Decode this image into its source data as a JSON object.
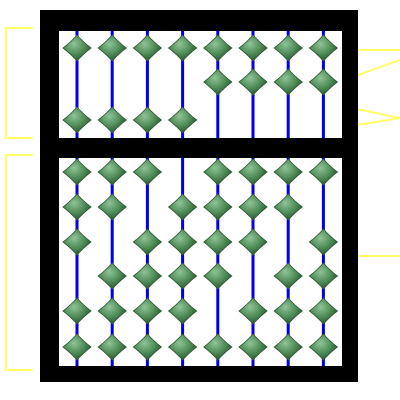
{
  "abacus": {
    "rods": 8,
    "upper_deck": {
      "beads_per_rod": 2,
      "bead_rows": [
        [
          true,
          true,
          true,
          true,
          true,
          true,
          true,
          true
        ],
        [
          false,
          false,
          false,
          false,
          true,
          true,
          true,
          true
        ],
        [
          true,
          true,
          true,
          true,
          false,
          false,
          false,
          false
        ]
      ]
    },
    "lower_deck": {
      "beads_per_rod": 5,
      "bead_rows": [
        [
          true,
          true,
          true,
          false,
          true,
          true,
          true,
          true
        ],
        [
          true,
          true,
          false,
          true,
          true,
          true,
          true,
          false
        ],
        [
          true,
          false,
          true,
          true,
          true,
          true,
          false,
          true
        ],
        [
          false,
          true,
          true,
          true,
          true,
          false,
          true,
          true
        ],
        [
          true,
          true,
          true,
          true,
          false,
          true,
          true,
          true
        ],
        [
          true,
          true,
          true,
          true,
          true,
          true,
          true,
          true
        ]
      ]
    }
  },
  "colors": {
    "frame": "#000000",
    "background": "#ffffff",
    "rod": "#0000e6",
    "bead": "#4e8a56",
    "bead_highlight": "#8fc497",
    "bead_shadow": "#2c5a33",
    "annotation": "#ffff66"
  },
  "annotations": {
    "upper_deck_bracket": true,
    "lower_deck_bracket": true,
    "upper_pointer_lines": 3,
    "lower_pointer_lines": 1
  }
}
